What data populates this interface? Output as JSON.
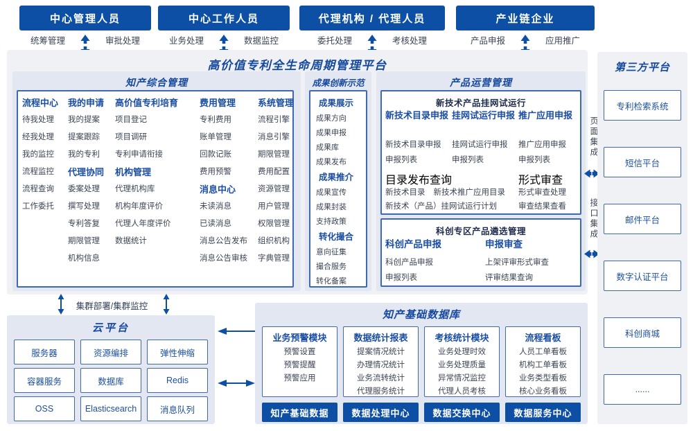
{
  "top_groups": [
    {
      "title": "中心管理人员",
      "left_label": "统筹管理",
      "right_label": "审批处理"
    },
    {
      "title": "中心工作人员",
      "left_label": "业务处理",
      "right_label": "数据监控"
    },
    {
      "title": "代理机构 / 代理人员",
      "left_label": "委托处理",
      "right_label": "考核处理"
    },
    {
      "title": "产业链企业",
      "left_label": "产品申报",
      "right_label": "应用推广"
    }
  ],
  "platform": {
    "title": "高价值专利全生命周期管理平台",
    "ip": {
      "title": "知产综合管理",
      "columns": [
        {
          "groups": [
            {
              "h": "流程中心",
              "items": [
                "待我处理",
                "经我处理",
                "我的监控",
                "流程监控",
                "流程查询",
                "工作委托"
              ]
            }
          ]
        },
        {
          "groups": [
            {
              "h": "我的申请",
              "items": [
                "我的提案",
                "提案跟踪",
                "我的专利"
              ]
            },
            {
              "h": "代理协同",
              "items": [
                "委案处理",
                "撰写处理",
                "专利答复",
                "期限管理",
                "机构信息"
              ]
            }
          ]
        },
        {
          "groups": [
            {
              "h": "高价值专利培育",
              "items": [
                "项目登记",
                "项目调研",
                "专利申请衔接"
              ]
            },
            {
              "h": "机构管理",
              "items": [
                "代理机构库",
                "机构年度评价",
                "代理人年度评价",
                "数据统计"
              ]
            }
          ]
        },
        {
          "groups": [
            {
              "h": "费用管理",
              "items": [
                "专利费用",
                "账单管理",
                "回款记账",
                "费用预警"
              ]
            },
            {
              "h": "消息中心",
              "items": [
                "未读消息",
                "已读消息",
                "消息公告发布",
                "消息公告审核"
              ]
            }
          ]
        },
        {
          "groups": [
            {
              "h": "系统管理",
              "items": [
                "流程引擎",
                "消息引擎",
                "期限管理",
                "费用配置",
                "资源管理",
                "用户管理",
                "权限管理",
                "组织机构",
                "字典管理"
              ]
            }
          ]
        }
      ]
    },
    "achievement": {
      "title": "成果创新示范",
      "groups": [
        {
          "h": "成果展示",
          "items": [
            "成果方向",
            "成果申报",
            "成果库",
            "成果发布"
          ]
        },
        {
          "h": "成果推介",
          "items": [
            "成果宣传",
            "成果封装",
            "支持政策"
          ]
        },
        {
          "h": "转化撮合",
          "items": [
            "意向征集",
            "撮合服务",
            "转化备案"
          ]
        }
      ]
    },
    "product_ops": {
      "title": "产品运营管理",
      "box_a": {
        "title": "新技术产品挂网试运行",
        "cols": [
          {
            "h": "新技术目录申报",
            "items": [
              "新技术目录申报",
              "申报列表"
            ]
          },
          {
            "h": "挂网试运行申报",
            "items": [
              "挂网试运行申报",
              "申报列表"
            ]
          },
          {
            "h": "推广应用申报",
            "items": [
              "推广应用申报",
              "申报列表"
            ]
          }
        ],
        "catalog": {
          "h": "目录发布查询",
          "row1": [
            "新技术目录",
            "新技术推广应用目录"
          ],
          "row2": "新技术（产品）挂网试运行计划"
        },
        "formal": {
          "h": "形式审查",
          "items": [
            "形式审查处理",
            "审查结果查看"
          ]
        }
      },
      "box_b": {
        "title": "科创专区产品遴选管理",
        "cols": [
          {
            "h": "科创产品申报",
            "items": [
              "科创产品申报",
              "申报列表"
            ]
          },
          {
            "h": "申报审查",
            "items": [
              "上架评审形式审查",
              "评审结果查询"
            ]
          }
        ]
      }
    }
  },
  "integration": {
    "page_label": "页面集成",
    "api_label": "接口集成"
  },
  "third_party": {
    "title": "第三方平台",
    "items": [
      "专利检索系统",
      "短信平台",
      "邮件平台",
      "数字认证平台",
      "科创商城",
      "......"
    ]
  },
  "cluster_label": "集群部署/集群监控",
  "cloud": {
    "title": "云平台",
    "cells": [
      "服务器",
      "资源编排",
      "弹性伸缩",
      "容器服务",
      "数据库",
      "Redis",
      "OSS",
      "Elasticsearch",
      "消息队列"
    ]
  },
  "database": {
    "title": "知产基础数据库",
    "modules": [
      {
        "h": "业务预警模块",
        "items": [
          "预警设置",
          "预警提醒",
          "预警应用"
        ]
      },
      {
        "h": "数据统计报表",
        "items": [
          "提案情况统计",
          "办理情况统计",
          "业务流转统计",
          "代理服务统计"
        ]
      },
      {
        "h": "考核统计模块",
        "items": [
          "业务处理时效",
          "业务处理质量",
          "异常情况监控",
          "代理人员考核"
        ]
      },
      {
        "h": "流程看板",
        "items": [
          "人员工单看板",
          "机构工单看板",
          "业务类型看板",
          "核心业务看板"
        ]
      }
    ],
    "buttons": [
      "知产基础数据",
      "数据处理中心",
      "数据交换中心",
      "数据服务中心"
    ]
  },
  "colors": {
    "bar_blue": "#0d4fa5",
    "border_blue": "#3e68af",
    "heading_blue": "#1b4ea3",
    "title_blue": "#14489e",
    "panel_bg": "#e3e7f1",
    "container_bg": "#f0f1f4",
    "text": "#3d4555",
    "dark_navy": "#1e2a4a"
  }
}
